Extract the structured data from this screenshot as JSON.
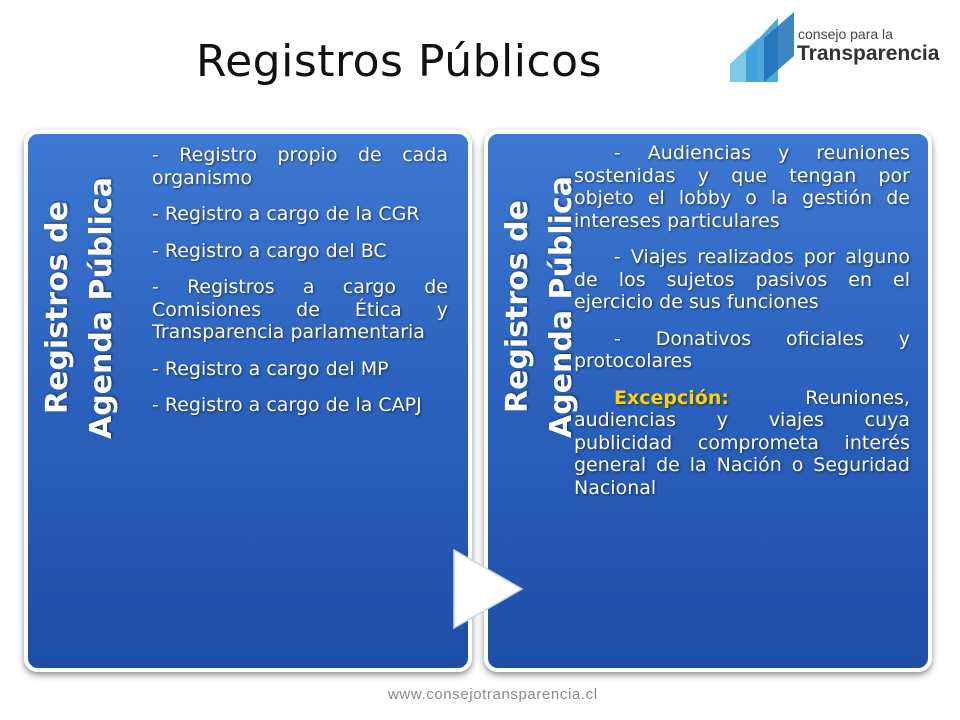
{
  "title": "Registros Públicos",
  "logo": {
    "small": "consejo para la",
    "big": "Transparencia"
  },
  "left_panel": {
    "heading": "Registros de Agenda Pública",
    "items": [
      "- Registro propio de cada organismo",
      "- Registro a cargo de la CGR",
      "- Registro a cargo del BC",
      "- Registros a cargo de Comisiones de Ética y Transparencia parlamentaria",
      "- Registro a cargo del MP",
      "- Registro a cargo de la CAPJ"
    ]
  },
  "right_panel": {
    "heading": "Registros de Agenda Pública",
    "items": [
      "- Audiencias y reuniones sostenidas y que tengan por objeto el lobby o la gestión de intereses particulares",
      "- Viajes realizados por alguno de los sujetos pasivos en el ejercicio de sus funciones",
      "- Donativos oficiales y protocolares"
    ],
    "exception_label": "Excepción:",
    "exception_text": " Reuniones, audiencias y viajes cuya publicidad comprometa interés general de la Nación o Seguridad Nacional"
  },
  "footer": "www.consejotransparencia.cl",
  "colors": {
    "panel_blue": "#2c63bf",
    "exception": "#ffd400"
  }
}
